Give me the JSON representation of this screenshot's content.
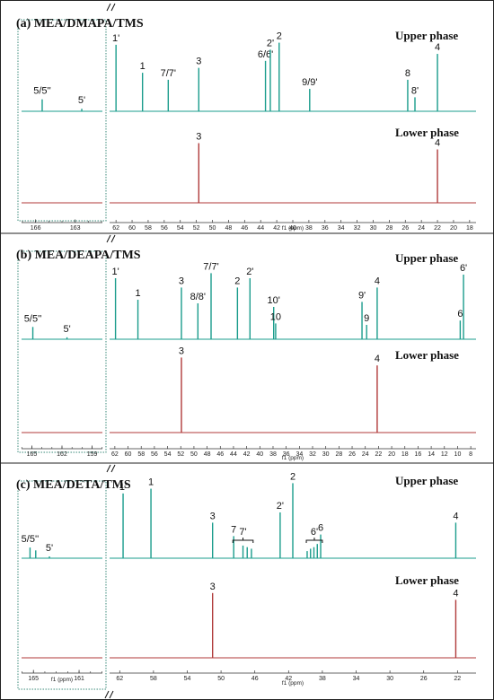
{
  "colors": {
    "upper": "#1a9c8c",
    "lower": "#b03a3a",
    "frame": "#222222",
    "inset": "#3a8a7a"
  },
  "chart_data": [
    {
      "type": "line",
      "title": "(a) MEA/DMAPA/TMS",
      "xlabel": "f1 (ppm)",
      "main_xlim": [
        62.8,
        17.2
      ],
      "main_ticks": [
        62,
        60,
        58,
        56,
        54,
        52,
        50,
        48,
        46,
        44,
        42,
        40,
        38,
        36,
        34,
        32,
        30,
        28,
        26,
        24,
        22,
        20,
        18
      ],
      "inset_xlim": [
        167.2,
        160.8
      ],
      "inset_ticks": [
        166,
        163
      ],
      "series": [
        {
          "name": "Upper phase",
          "peaks": [
            {
              "x": 62.0,
              "h": 0.95,
              "label": "1'"
            },
            {
              "x": 58.7,
              "h": 0.55,
              "label": "1"
            },
            {
              "x": 55.5,
              "h": 0.45,
              "label": "7/7'"
            },
            {
              "x": 51.7,
              "h": 0.62,
              "label": "3"
            },
            {
              "x": 43.4,
              "h": 0.72,
              "label": "6/6'"
            },
            {
              "x": 42.8,
              "h": 0.88,
              "label": "2'"
            },
            {
              "x": 41.7,
              "h": 0.98,
              "label": "2"
            },
            {
              "x": 37.9,
              "h": 0.32,
              "label": "9/9'"
            },
            {
              "x": 25.7,
              "h": 0.45,
              "label": "8"
            },
            {
              "x": 24.8,
              "h": 0.2,
              "label": "8'"
            },
            {
              "x": 22.0,
              "h": 0.82,
              "label": "4"
            }
          ],
          "inset_peaks": [
            {
              "x": 165.5,
              "h": 0.38,
              "label": "5/5''"
            },
            {
              "x": 162.5,
              "h": 0.08,
              "label": "5'"
            }
          ]
        },
        {
          "name": "Lower phase",
          "peaks": [
            {
              "x": 51.7,
              "h": 0.95,
              "label": "3"
            },
            {
              "x": 22.0,
              "h": 0.85,
              "label": "4"
            }
          ],
          "inset_peaks": []
        }
      ]
    },
    {
      "type": "line",
      "title": "(b) MEA/DEAPA/TMS",
      "xlabel": "f1 (ppm)",
      "main_xlim": [
        62.8,
        7.2
      ],
      "main_ticks": [
        62,
        60,
        58,
        56,
        54,
        52,
        50,
        48,
        46,
        44,
        42,
        40,
        38,
        36,
        34,
        32,
        30,
        28,
        26,
        24,
        22,
        20,
        18,
        16,
        14,
        12,
        10,
        8
      ],
      "inset_xlim": [
        166.2,
        157.8
      ],
      "inset_ticks": [
        165,
        162,
        159
      ],
      "series": [
        {
          "name": "Upper phase",
          "peaks": [
            {
              "x": 61.9,
              "h": 0.85,
              "label": "1'"
            },
            {
              "x": 58.5,
              "h": 0.55,
              "label": "1"
            },
            {
              "x": 51.9,
              "h": 0.72,
              "label": "3"
            },
            {
              "x": 49.4,
              "h": 0.5,
              "label": "8/8'"
            },
            {
              "x": 47.4,
              "h": 0.92,
              "label": "7/7'"
            },
            {
              "x": 43.4,
              "h": 0.72,
              "label": "2"
            },
            {
              "x": 41.5,
              "h": 0.85,
              "label": "2'"
            },
            {
              "x": 37.9,
              "h": 0.45,
              "label": "10'"
            },
            {
              "x": 37.6,
              "h": 0.22,
              "label": "10"
            },
            {
              "x": 24.5,
              "h": 0.52,
              "label": "9'"
            },
            {
              "x": 23.8,
              "h": 0.2,
              "label": "9"
            },
            {
              "x": 22.2,
              "h": 0.72,
              "label": "4"
            },
            {
              "x": 9.6,
              "h": 0.26,
              "label": "6"
            },
            {
              "x": 9.1,
              "h": 0.9,
              "label": "6'"
            }
          ],
          "inset_peaks": [
            {
              "x": 164.9,
              "h": 0.38,
              "label": "5/5''"
            },
            {
              "x": 161.5,
              "h": 0.06,
              "label": "5'"
            }
          ]
        },
        {
          "name": "Lower phase",
          "peaks": [
            {
              "x": 51.9,
              "h": 0.95,
              "label": "3"
            },
            {
              "x": 22.2,
              "h": 0.85,
              "label": "4"
            }
          ],
          "inset_peaks": []
        }
      ]
    },
    {
      "type": "line",
      "title": "(c) MEA/DETA/TMS",
      "xlabel": "f1 (ppm)",
      "main_xlim": [
        63.2,
        19.8
      ],
      "main_ticks": [
        62,
        58,
        54,
        50,
        46,
        42,
        38,
        34,
        30,
        26,
        22
      ],
      "inset_xlim": [
        166.2,
        158.8
      ],
      "inset_ticks": [
        165,
        161
      ],
      "series": [
        {
          "name": "Upper phase",
          "peaks": [
            {
              "x": 61.6,
              "h": 0.82,
              "label": "1'"
            },
            {
              "x": 58.3,
              "h": 0.88,
              "label": "1"
            },
            {
              "x": 51.0,
              "h": 0.45,
              "label": "3"
            },
            {
              "x": 48.5,
              "h": 0.28,
              "label": "7"
            },
            {
              "x": 47.4,
              "h": 0.16,
              "label": ""
            },
            {
              "x": 46.9,
              "h": 0.14,
              "label": ""
            },
            {
              "x": 46.4,
              "h": 0.12,
              "label": ""
            },
            {
              "x": 43.0,
              "h": 0.58,
              "label": "2'"
            },
            {
              "x": 41.5,
              "h": 0.95,
              "label": "2"
            },
            {
              "x": 39.8,
              "h": 0.09,
              "label": ""
            },
            {
              "x": 39.4,
              "h": 0.12,
              "label": ""
            },
            {
              "x": 39.0,
              "h": 0.14,
              "label": ""
            },
            {
              "x": 38.6,
              "h": 0.18,
              "label": ""
            },
            {
              "x": 38.2,
              "h": 0.3,
              "label": "6"
            },
            {
              "x": 22.2,
              "h": 0.45,
              "label": "4"
            }
          ],
          "inset_peaks": [
            {
              "x": 165.3,
              "h": 0.3,
              "label": "5/5''"
            },
            {
              "x": 164.8,
              "h": 0.22,
              "label": ""
            },
            {
              "x": 163.6,
              "h": 0.05,
              "label": "5'"
            }
          ]
        },
        {
          "name": "Lower phase",
          "peaks": [
            {
              "x": 51.0,
              "h": 0.95,
              "label": "3"
            },
            {
              "x": 22.2,
              "h": 0.85,
              "label": "4"
            }
          ],
          "inset_peaks": []
        }
      ],
      "bracket_labels": [
        "7'",
        "6'"
      ]
    }
  ]
}
